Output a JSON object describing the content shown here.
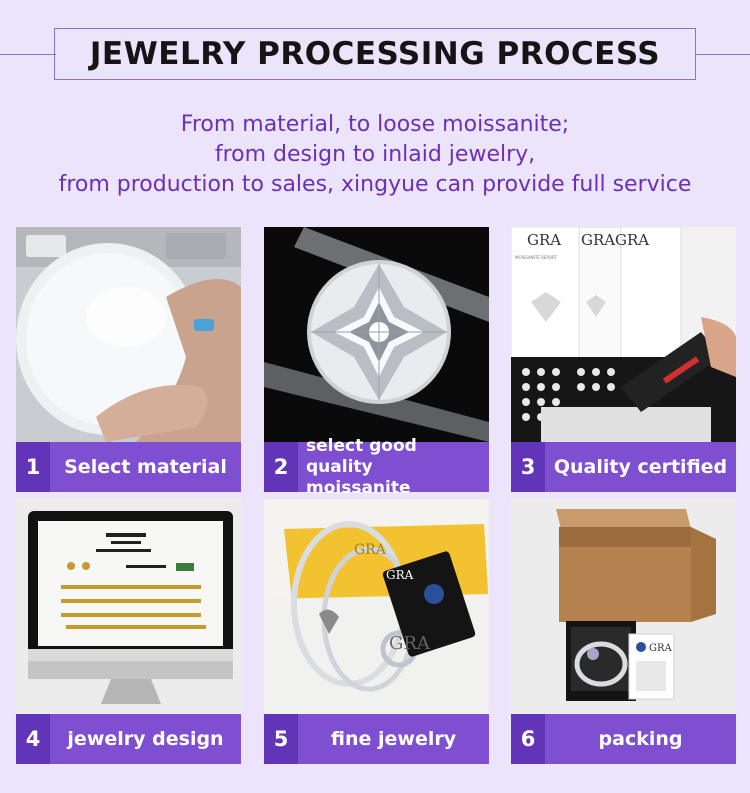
{
  "header": {
    "title": "JEWELRY PROCESSING PROCESS"
  },
  "intro": {
    "line1": "From material, to loose moissanite;",
    "line2": "from design to inlaid jewelry,",
    "line3": "from production to sales, xingyue can provide full service"
  },
  "steps": [
    {
      "number": "1",
      "label": "Select material"
    },
    {
      "number": "2",
      "label_line1": "select good quality",
      "label_line2": "moissanite"
    },
    {
      "number": "3",
      "label": "Quality certified"
    },
    {
      "number": "4",
      "label": "jewelry design"
    },
    {
      "number": "5",
      "label": "fine jewelry"
    },
    {
      "number": "6",
      "label": "packing"
    }
  ],
  "photo_text": {
    "gra": "GRA",
    "moissanite_report": "MOISSANITE REPORT"
  },
  "colors": {
    "background": "#ece4fb",
    "accent_purple": "#7f4fd2",
    "number_purple": "#6234b8",
    "subtitle_purple": "#6b2fb8"
  }
}
